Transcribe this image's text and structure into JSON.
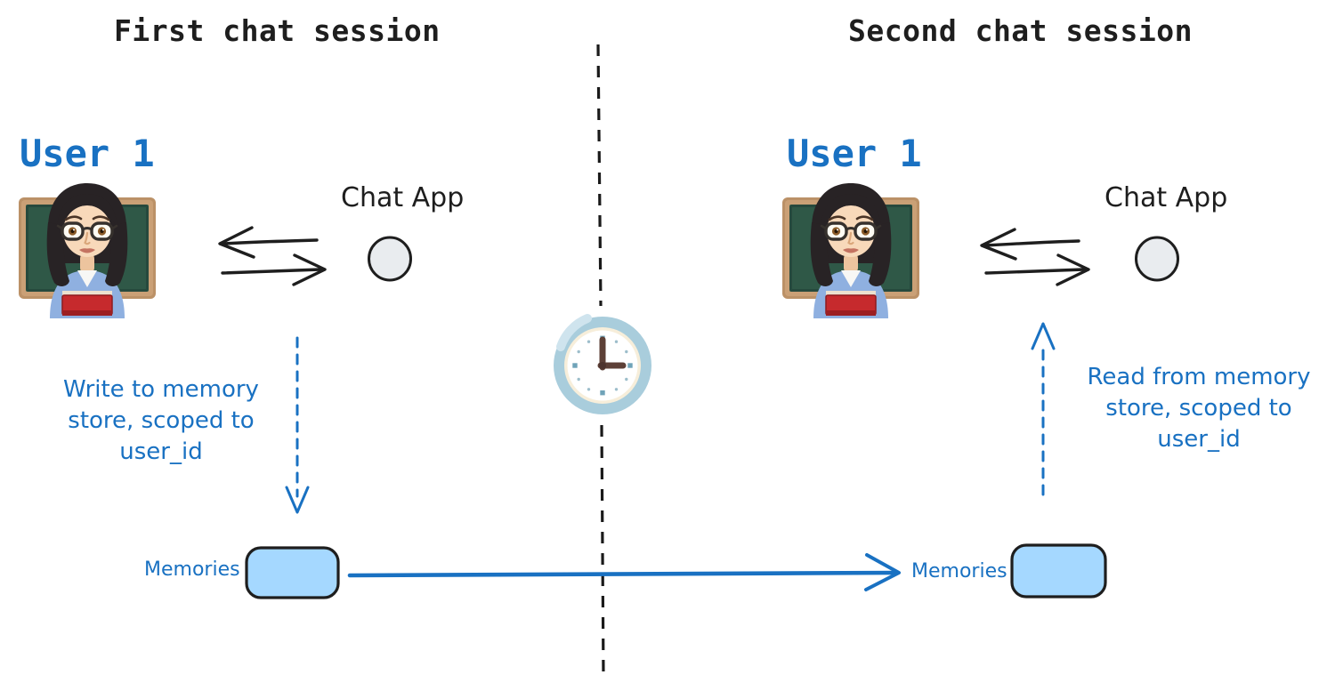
{
  "colors": {
    "ink": "#1e1e1e",
    "blue_text": "#1971c2",
    "blue_stroke": "#1971c2",
    "box_fill": "#a5d8ff",
    "circle_fill": "#e9ecef",
    "divider": "#1a1a1a"
  },
  "icons": {
    "user_icon": "woman-teacher-emoji 👩‍🏫",
    "timeline_icon": "clock-three-oclock-emoji 🕒",
    "chat_app_icon": "circle-node",
    "memories_icon": "rounded-rectangle-box"
  },
  "sessions": [
    {
      "title": "First chat session",
      "user_label": "User 1",
      "chat_app_label": "Chat App",
      "note_lines": [
        "Write to memory",
        "store, scoped to",
        "user_id"
      ],
      "memories_label": "Memories"
    },
    {
      "title": "Second chat session",
      "user_label": "User 1",
      "chat_app_label": "Chat App",
      "note_lines": [
        "Read from memory",
        "store, scoped to",
        "user_id"
      ],
      "memories_label": "Memories"
    }
  ]
}
